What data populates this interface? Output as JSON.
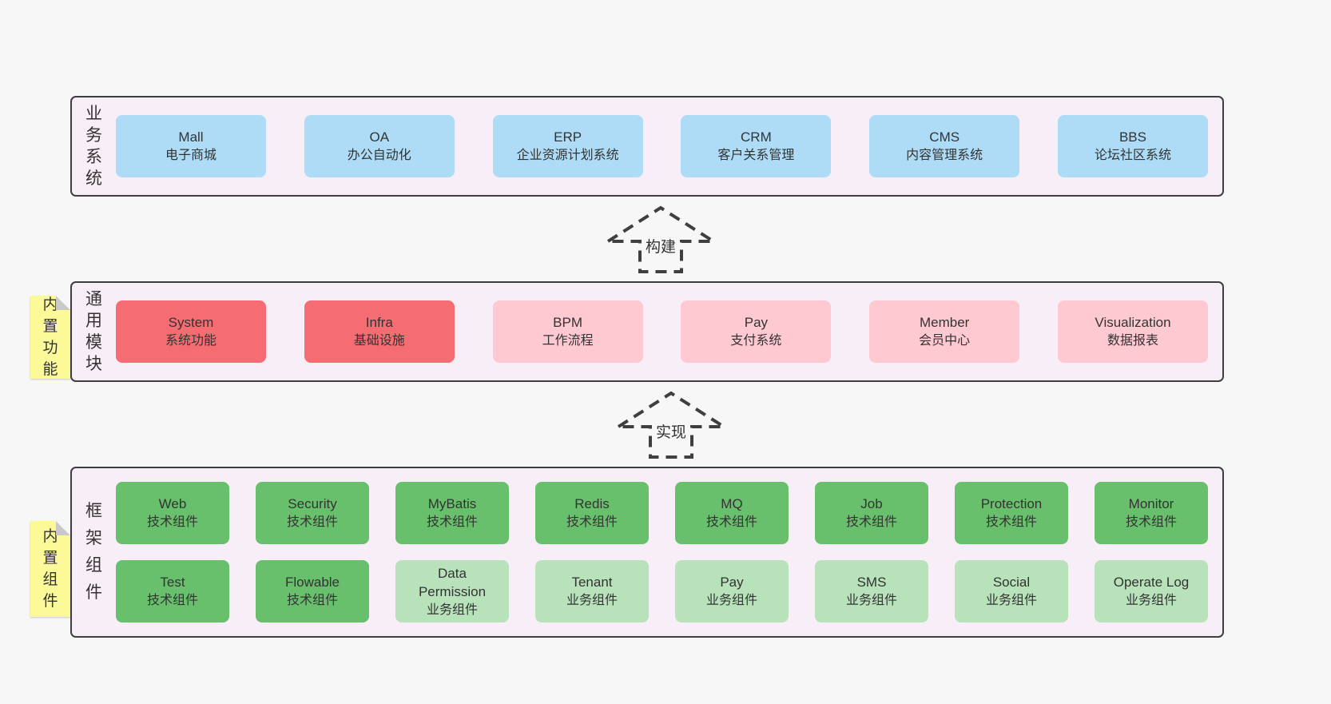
{
  "colors": {
    "page_bg": "#f7f7f7",
    "band_bg": "#f8eef7",
    "band_border": "#3f3f3f",
    "box_blue": "#aedcf6",
    "box_red": "#f56d72",
    "box_pink": "#ffc9d2",
    "box_green": "#68c06c",
    "box_light_green": "#b7e2ba",
    "sticky_yellow": "#fbf998",
    "sticky_fold": "#c9c9c9",
    "text": "#333333",
    "arrow": "#3f3f3f"
  },
  "arrows": [
    {
      "label": "构建"
    },
    {
      "label": "实现"
    }
  ],
  "bands": [
    {
      "label": "业务系统",
      "boxes": [
        {
          "title": "Mall",
          "subtitle": "电子商城"
        },
        {
          "title": "OA",
          "subtitle": "办公自动化"
        },
        {
          "title": "ERP",
          "subtitle": "企业资源计划系统"
        },
        {
          "title": "CRM",
          "subtitle": "客户关系管理"
        },
        {
          "title": "CMS",
          "subtitle": "内容管理系统"
        },
        {
          "title": "BBS",
          "subtitle": "论坛社区系统"
        }
      ]
    },
    {
      "label": "通用模块",
      "sticky": "内置功能",
      "boxes": [
        {
          "title": "System",
          "subtitle": "系统功能"
        },
        {
          "title": "Infra",
          "subtitle": "基础设施"
        },
        {
          "title": "BPM",
          "subtitle": "工作流程"
        },
        {
          "title": "Pay",
          "subtitle": "支付系统"
        },
        {
          "title": "Member",
          "subtitle": "会员中心"
        },
        {
          "title": "Visualization",
          "subtitle": "数据报表"
        }
      ]
    },
    {
      "label": "框架组件",
      "sticky": "内置组件",
      "rows": [
        [
          {
            "title": "Web",
            "subtitle": "技术组件"
          },
          {
            "title": "Security",
            "subtitle": "技术组件"
          },
          {
            "title": "MyBatis",
            "subtitle": "技术组件"
          },
          {
            "title": "Redis",
            "subtitle": "技术组件"
          },
          {
            "title": "MQ",
            "subtitle": "技术组件"
          },
          {
            "title": "Job",
            "subtitle": "技术组件"
          },
          {
            "title": "Protection",
            "subtitle": "技术组件"
          },
          {
            "title": "Monitor",
            "subtitle": "技术组件"
          }
        ],
        [
          {
            "title": "Test",
            "subtitle": "技术组件"
          },
          {
            "title": "Flowable",
            "subtitle": "技术组件"
          },
          {
            "title": "Data\nPermission",
            "subtitle": "业务组件"
          },
          {
            "title": "Tenant",
            "subtitle": "业务组件"
          },
          {
            "title": "Pay",
            "subtitle": "业务组件"
          },
          {
            "title": "SMS",
            "subtitle": "业务组件"
          },
          {
            "title": "Social",
            "subtitle": "业务组件"
          },
          {
            "title": "Operate Log",
            "subtitle": "业务组件"
          }
        ]
      ]
    }
  ]
}
